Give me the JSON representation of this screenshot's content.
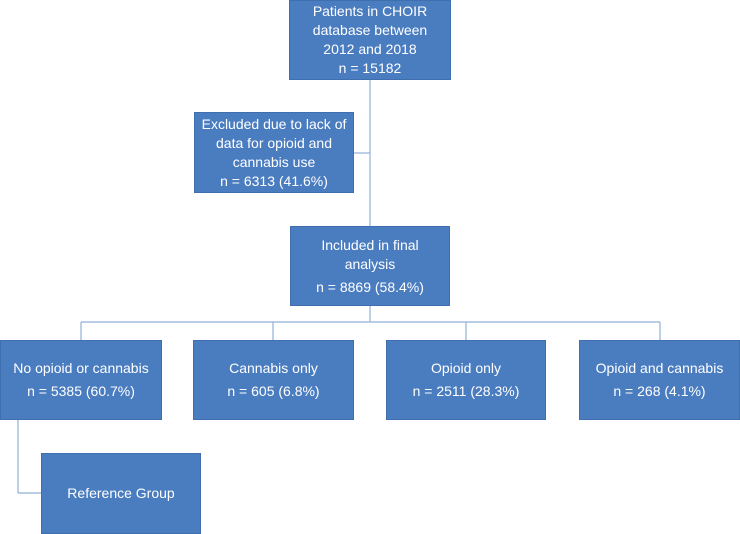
{
  "top": {
    "line1": "Patients in CHOIR",
    "line2": "database between",
    "line3": "2012 and 2018",
    "count": "n = 15182"
  },
  "excluded": {
    "line1": "Excluded due to lack of",
    "line2": "data for opioid and",
    "line3": "cannabis use",
    "count": "n = 6313 (41.6%)"
  },
  "included": {
    "line1": "Included in final",
    "line2": "analysis",
    "count": "n = 8869 (58.4%)"
  },
  "groups": [
    {
      "label": "No opioid or cannabis",
      "count": "n = 5385 (60.7%)"
    },
    {
      "label": "Cannabis only",
      "count": "n = 605 (6.8%)"
    },
    {
      "label": "Opioid only",
      "count": "n = 2511 (28.3%)"
    },
    {
      "label": "Opioid and cannabis",
      "count": "n = 268 (4.1%)"
    }
  ],
  "reference": {
    "label": "Reference Group"
  },
  "colors": {
    "box_fill": "#4a7cc0",
    "connector": "#8fb0d8",
    "text": "#ffffff"
  }
}
